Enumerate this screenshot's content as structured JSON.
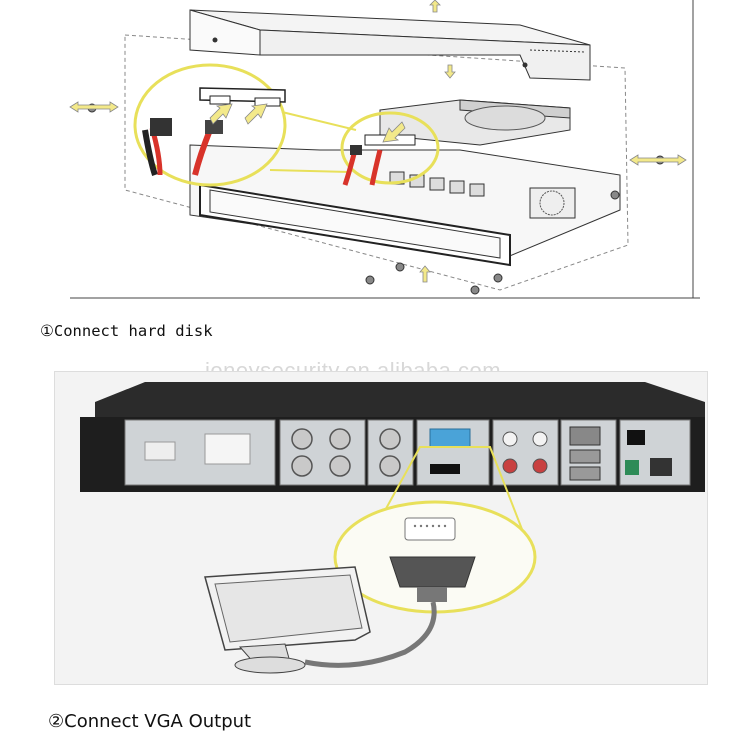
{
  "captions": {
    "step1": "①Connect hard disk",
    "step2": "②Connect VGA Output"
  },
  "watermark": "joneysecurity.en.alibaba.com",
  "colors": {
    "line": "#333333",
    "highlight": "#e8e05a",
    "cable_red": "#d8332a",
    "arrow": "#f3e98a",
    "dvr_body": "#2b2b2b",
    "panel_gray": "#cfd3d6",
    "vga_blue": "#4aa3d8"
  },
  "icons": {
    "screw": "screw-icon",
    "arrow": "direction-arrow-icon",
    "monitor": "monitor-icon",
    "vga": "vga-connector-icon"
  }
}
